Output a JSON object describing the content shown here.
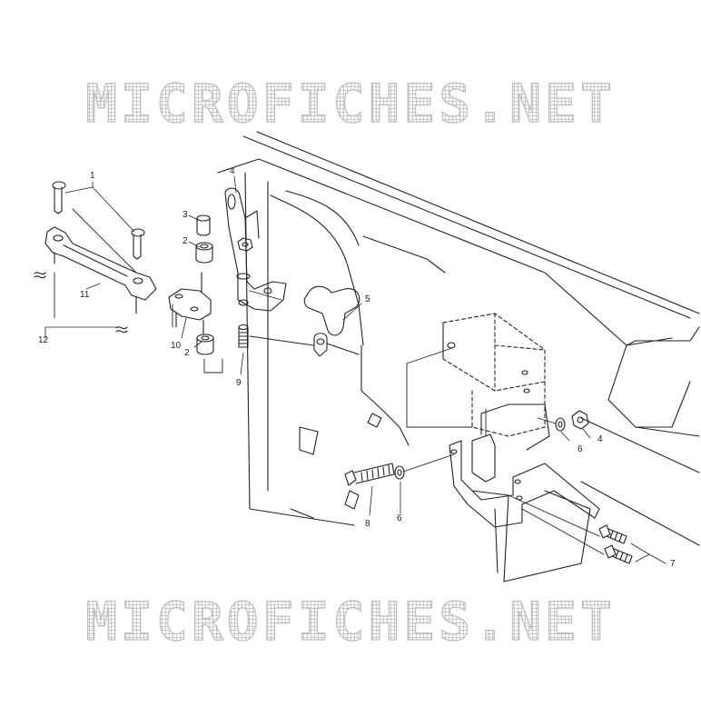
{
  "watermark": {
    "top": "MICROFICHES.NET",
    "bottom": "MICROFICHES.NET"
  },
  "callouts": [
    {
      "id": "c1a",
      "text": "1"
    },
    {
      "id": "c2a",
      "text": "2"
    },
    {
      "id": "c2b",
      "text": "2"
    },
    {
      "id": "c3",
      "text": "3"
    },
    {
      "id": "c4a",
      "text": "4"
    },
    {
      "id": "c4b",
      "text": "4"
    },
    {
      "id": "c5",
      "text": "5"
    },
    {
      "id": "c6a",
      "text": "6"
    },
    {
      "id": "c6b",
      "text": "6"
    },
    {
      "id": "c7",
      "text": "7"
    },
    {
      "id": "c8",
      "text": "8"
    },
    {
      "id": "c9",
      "text": "9"
    },
    {
      "id": "c10",
      "text": "10"
    },
    {
      "id": "c11",
      "text": "11"
    },
    {
      "id": "c12",
      "text": "12"
    }
  ]
}
